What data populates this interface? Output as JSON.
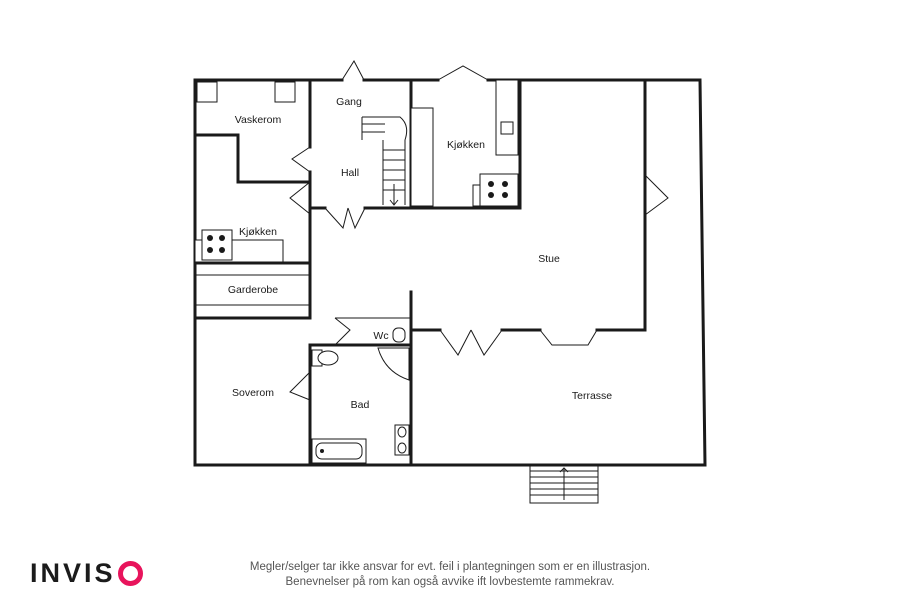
{
  "rooms": {
    "vaskerom": "Vaskerom",
    "gang": "Gang",
    "kjokken_upper": "Kjøkken",
    "hall": "Hall",
    "kjokken_lower": "Kjøkken",
    "stue": "Stue",
    "garderobe": "Garderobe",
    "wc": "Wc",
    "soverom": "Soverom",
    "bad": "Bad",
    "terrasse": "Terrasse"
  },
  "brand": {
    "name_prefix": "INVIS",
    "accent_color": "#e8145c"
  },
  "footer": {
    "line1": "Megler/selger tar ikke ansvar for evt. feil i plantegningen som er en illustrasjon.",
    "line2": "Benevnelser på rom kan også avvike ift lovbestemte rammekrav."
  }
}
